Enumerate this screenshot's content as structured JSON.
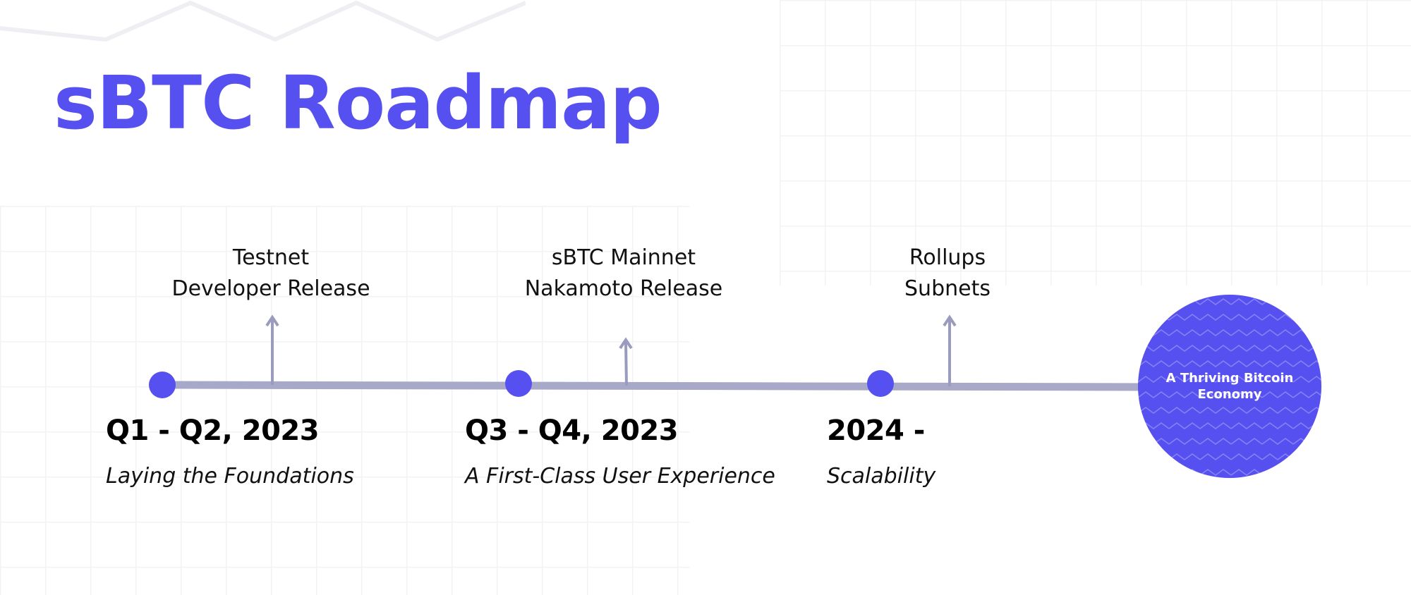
{
  "title": "sBTC Roadmap",
  "colors": {
    "accent": "#5650f0",
    "line": "#a8a9c8",
    "arrow": "#9b9cbd"
  },
  "milestones": [
    {
      "period": "Q1 - Q2, 2023",
      "theme": "Laying the Foundations",
      "releases": [
        "Testnet",
        "Developer Release"
      ]
    },
    {
      "period": "Q3 - Q4, 2023",
      "theme": "A First-Class User Experience",
      "releases": [
        "sBTC Mainnet",
        "Nakamoto Release"
      ]
    },
    {
      "period": "2024 -",
      "theme": "Scalability",
      "releases": [
        "Rollups",
        "Subnets"
      ]
    }
  ],
  "goal": {
    "label": "A Thriving Bitcoin Economy"
  }
}
